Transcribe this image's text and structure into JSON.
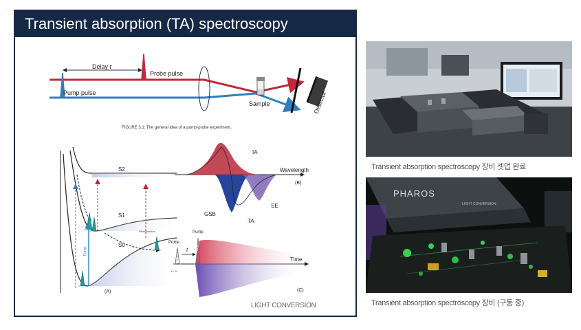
{
  "title": "Transient absorption (TA) spectroscopy",
  "pump_probe": {
    "delay_label": "Delay",
    "delay_symbol": "t",
    "probe_pulse": "Probe pulse",
    "pump_pulse": "Pump pulse",
    "sample": "Sample",
    "detector": "Detector",
    "figure_caption": "FIGURE 3.1: The general idea of a pump-probe experiment."
  },
  "energy_diagram": {
    "s2": "S2",
    "s1": "S1",
    "s0": "S0",
    "photoproduct": "Photoproduct",
    "pump": "Pump",
    "panel_label": "(A)"
  },
  "spectrum": {
    "ia": "IA",
    "gsb": "GSB",
    "se": "SE",
    "ta": "TA",
    "axis": "Wavelength",
    "panel_label": "(B)"
  },
  "kinetics": {
    "probe": "Probe",
    "pump": "Pump",
    "t": "t",
    "t_lt0": "t < 0",
    "time_axis": "Time",
    "panel_label": "(C)"
  },
  "watermark": "LIGHT CONVERSION",
  "photos": {
    "setup_caption": "Transient absorption spectroscopy 장비 셋업 완료",
    "running_caption": "Transient absorption spectroscopy 장비 (구동 중)",
    "device_brand": "PHAROS",
    "device_maker": "LIGHT CONVERSION"
  },
  "colors": {
    "title_bg": "#152845",
    "pump": "#2f7fc0",
    "probe": "#c0283a",
    "laser_green": "#3cff5a"
  }
}
